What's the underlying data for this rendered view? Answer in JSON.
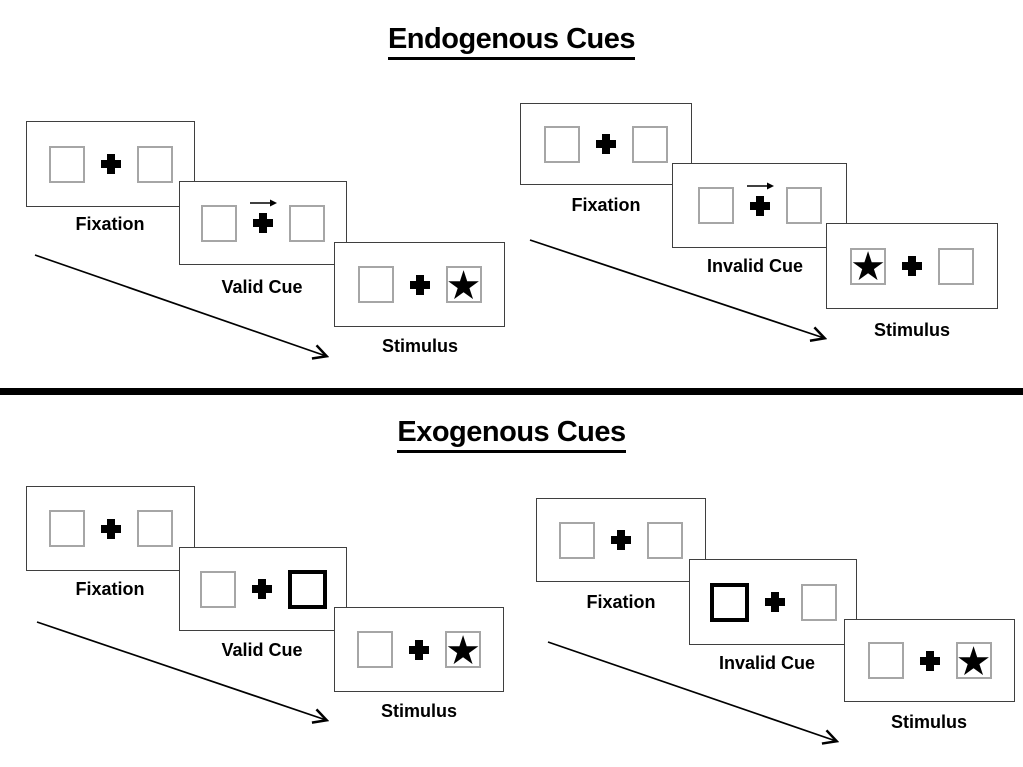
{
  "divider_color": "#000000",
  "colors": {
    "background": "#ffffff",
    "text": "#000000",
    "panel_border": "#3f3f3f",
    "placeholder_square_border": "#a6a6a6",
    "cue_square_border": "#000000",
    "divider": "#000000"
  },
  "glyphs": {
    "star": "★"
  },
  "icons": {
    "fixation_cross": "heavy-plus",
    "endogenous_cue": "arrow-right-above-cross",
    "exogenous_cue": "thick-black-square",
    "sequence_arrow": "diagonal-arrow-down-right"
  },
  "sections": [
    {
      "title": "Endogenous Cues",
      "trials": [
        {
          "type": "valid",
          "panels": [
            {
              "label": "Fixation",
              "cue": "none",
              "star_side": "none"
            },
            {
              "label": "Valid Cue",
              "cue": "arrow-right",
              "star_side": "none"
            },
            {
              "label": "Stimulus",
              "cue": "none",
              "star_side": "right"
            }
          ]
        },
        {
          "type": "invalid",
          "panels": [
            {
              "label": "Fixation",
              "cue": "none",
              "star_side": "none"
            },
            {
              "label": "Invalid Cue",
              "cue": "arrow-right",
              "star_side": "none"
            },
            {
              "label": "Stimulus",
              "cue": "none",
              "star_side": "left"
            }
          ]
        }
      ]
    },
    {
      "title": "Exogenous Cues",
      "trials": [
        {
          "type": "valid",
          "panels": [
            {
              "label": "Fixation",
              "cue": "none",
              "star_side": "none"
            },
            {
              "label": "Valid Cue",
              "cue": "thick-box-right",
              "star_side": "none"
            },
            {
              "label": "Stimulus",
              "cue": "none",
              "star_side": "right"
            }
          ]
        },
        {
          "type": "invalid",
          "panels": [
            {
              "label": "Fixation",
              "cue": "none",
              "star_side": "none"
            },
            {
              "label": "Invalid Cue",
              "cue": "thick-box-left",
              "star_side": "none"
            },
            {
              "label": "Stimulus",
              "cue": "none",
              "star_side": "right"
            }
          ]
        }
      ]
    }
  ]
}
